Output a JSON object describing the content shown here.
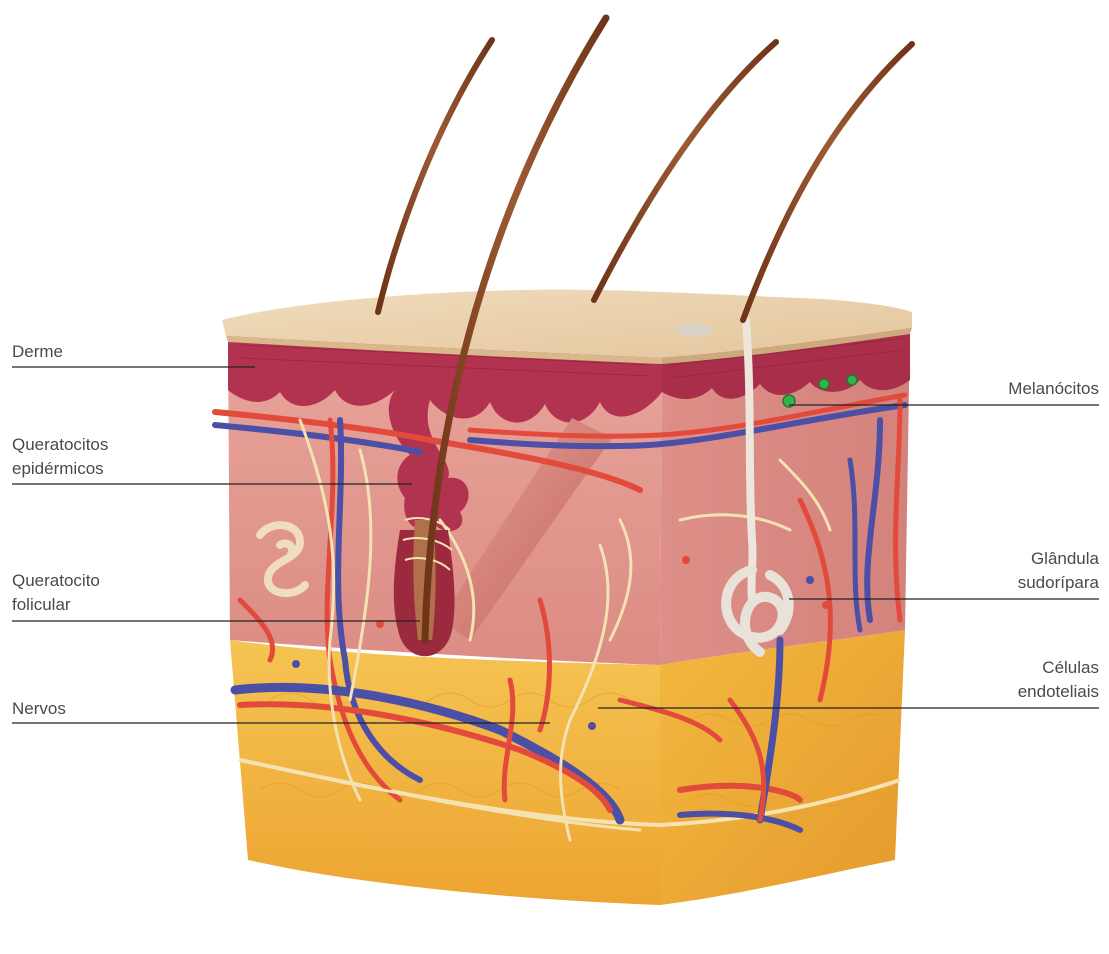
{
  "diagram": {
    "labels": {
      "derme": [
        "Derme"
      ],
      "queratocitos_epidermicos": [
        "Queratocitos",
        "epidérmicos"
      ],
      "queratocito_folicular": [
        "Queratocito",
        "folicular"
      ],
      "nervos": [
        "Nervos"
      ],
      "melanocitos": [
        "Melanócitos"
      ],
      "glandula_sudoripara": [
        "Glândula",
        "sudorípara"
      ],
      "celulas_endoteliais": [
        "Células",
        "endoteliais"
      ]
    },
    "colors": {
      "hypodermis_fat": "#f2b43c",
      "dermis": "#e2938c",
      "epidermis_top": "#ecd2ad",
      "papillary_layer": "#b0334e",
      "artery": "#e24a3c",
      "vein": "#4b4fa6",
      "nerve": "#f3e2b2",
      "hair": "#8b4a28",
      "melanocyte": "#35b34a",
      "sweat_gland": "#e8e2d8",
      "leader_line": "#222222",
      "label_text": "#4a4a4a"
    }
  }
}
